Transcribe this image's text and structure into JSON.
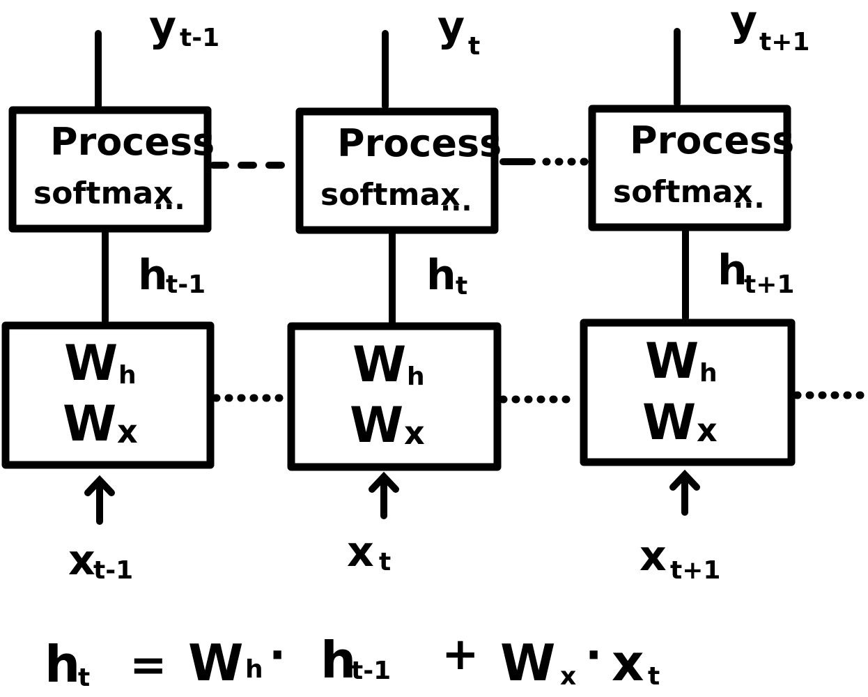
{
  "cells": [
    {
      "output_label": {
        "base": "y",
        "sub": "t-1"
      },
      "process_box": {
        "title": "Process",
        "subtitle": "softmax",
        "ellipsis": "..."
      },
      "hidden_label": {
        "base": "h",
        "sub": "t-1"
      },
      "weight_box": {
        "line1_base": "W",
        "line1_sub": "h",
        "line2_base": "W",
        "line2_sub": "x"
      },
      "input_label": {
        "base": "x",
        "sub": "t-1"
      }
    },
    {
      "output_label": {
        "base": "y",
        "sub": "t"
      },
      "process_box": {
        "title": "Process",
        "subtitle": "softmax",
        "ellipsis": "..."
      },
      "hidden_label": {
        "base": "h",
        "sub": "t"
      },
      "weight_box": {
        "line1_base": "W",
        "line1_sub": "h",
        "line2_base": "W",
        "line2_sub": "x"
      },
      "input_label": {
        "base": "x",
        "sub": "t"
      }
    },
    {
      "output_label": {
        "base": "y",
        "sub": "t+1"
      },
      "process_box": {
        "title": "Process",
        "subtitle": "softmax",
        "ellipsis": "..."
      },
      "hidden_label": {
        "base": "h",
        "sub": "t+1"
      },
      "weight_box": {
        "line1_base": "W",
        "line1_sub": "h",
        "line2_base": "W",
        "line2_sub": "x"
      },
      "input_label": {
        "base": "x",
        "sub": "t+1"
      }
    }
  ],
  "equation": {
    "lhs_base": "h",
    "lhs_sub": "t",
    "equals": "=",
    "w1_base": "W",
    "w1_sub": "h",
    "dot1": "·",
    "h_base": "h",
    "h_sub": "t-1",
    "plus": "+",
    "w2_base": "W",
    "w2_sub": "x",
    "dot2": "·",
    "x_base": "x",
    "x_sub": "t"
  }
}
